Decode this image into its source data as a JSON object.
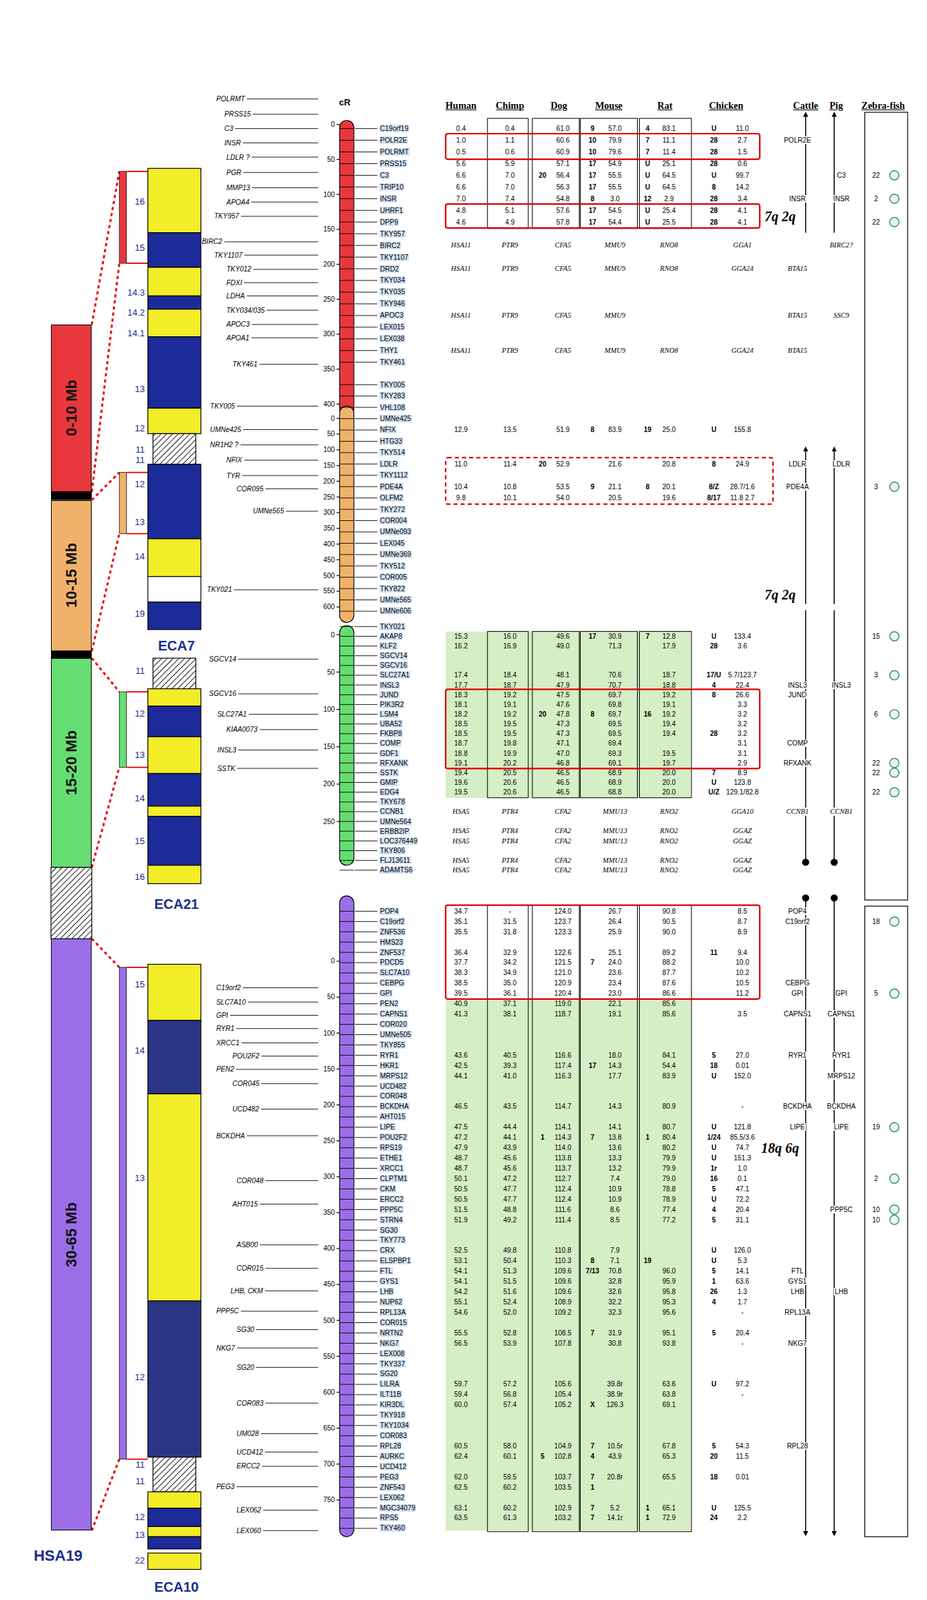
{
  "diagram": {
    "nodes": [
      {
        "text": [
          "0-10 Mb"
        ]
      },
      {
        "text": [
          "10-15 Mb"
        ]
      },
      {
        "text": [
          "15-20 Mb"
        ]
      },
      {
        "text": [
          "30-65 Mb"
        ]
      }
    ],
    "labels": [
      "Human",
      "Chimp",
      "Dog",
      "Mouse",
      "Rat",
      "Chicken",
      "Cattle",
      "Pig",
      "Zebra-fish",
      "cR",
      "HSA19",
      "ECA7",
      "ECA21",
      "ECA10",
      "16",
      "15",
      "14.3",
      "14.2",
      "14.1",
      "13",
      "12",
      "11",
      "11",
      "12",
      "13",
      "14",
      "19",
      "11",
      "12",
      "13",
      "14",
      "15",
      "16",
      "15",
      "14",
      "13",
      "12",
      "11",
      "11",
      "12",
      "13",
      "22",
      "POLRMT",
      "PRSS15",
      "C3",
      "INSR",
      "LDLR ?",
      "PGR",
      "MMP13",
      "APOA4",
      "TKY957",
      "BIRC2",
      "TKY1107",
      "TKY012",
      "FDXI",
      "LDHA",
      "TKY034/035",
      "APOC3",
      "APOA1",
      "TKY461",
      "TKY005",
      "UMNe425",
      "NR1H2 ?",
      "NFIX",
      "TYR",
      "COR095",
      "UMNe565",
      "TKY021",
      "SGCV14",
      "SGCV16",
      "SLC27A1",
      "KIAA0073",
      "INSL3",
      "SSTK",
      "C19orf2",
      "SLC7A10",
      "GPI",
      "RYR1",
      "XRCC1",
      "POU2F2",
      "PEN2",
      "COR045",
      "UCD482",
      "BCKDHA",
      "COR048",
      "AHT015",
      "ASB00",
      "COR015",
      "LHB, CKM",
      "PPP5C",
      "SG30",
      "NKG7",
      "SG20",
      "COR083",
      "UM028",
      "UCD412",
      "ERCC2",
      "PEG3",
      "LEX062",
      "LEX060",
      "0",
      "50",
      "100",
      "150",
      "200",
      "250",
      "300",
      "350",
      "400",
      "0",
      "50",
      "100",
      "150",
      "200",
      "250",
      "300",
      "350",
      "400",
      "450",
      "500",
      "550",
      "600",
      "0",
      "50",
      "100",
      "150",
      "200",
      "250",
      "0",
      "50",
      "100",
      "150",
      "200",
      "250",
      "300",
      "350",
      "400",
      "450",
      "500",
      "550",
      "600",
      "650",
      "700",
      "750",
      "C19orf19",
      "0.4",
      "0.4",
      "61.0",
      "9",
      "57.0",
      "4",
      "83.1",
      "U",
      "11.0",
      "POLR2E",
      "1.0",
      "1.1",
      "60.6",
      "10",
      "79.9",
      "7",
      "11.1",
      "28",
      "2.7",
      "POLR2E",
      "POLRMT",
      "0.5",
      "0.6",
      "60.9",
      "10",
      "79.6",
      "7",
      "11.4",
      "28",
      "1.5",
      "PRSS15",
      "5.6",
      "5.9",
      "57.1",
      "17",
      "54.9",
      "U",
      "25.1",
      "28",
      "0.6",
      "C3",
      "6.6",
      "7.0",
      "20",
      "56.4",
      "17",
      "55.5",
      "U",
      "64.5",
      "U",
      "99.7",
      "C3",
      "22",
      "TRIP10",
      "6.6",
      "7.0",
      "56.3",
      "17",
      "55.5",
      "U",
      "64.5",
      "8",
      "14.2",
      "INSR",
      "7.0",
      "7.4",
      "54.8",
      "8",
      "3.0",
      "12",
      "2.9",
      "28",
      "3.4",
      "INSR",
      "INSR",
      "2",
      "UHRF1",
      "4.8",
      "5.1",
      "57.6",
      "17",
      "54.5",
      "U",
      "25.4",
      "28",
      "4.1",
      "DPP9",
      "4.6",
      "4.9",
      "57.8",
      "17",
      "54.4",
      "U",
      "25.5",
      "28",
      "4.1",
      "22",
      "TKY957",
      "BIRC2",
      "HSA11",
      "PTR9",
      "CFA5",
      "MMU9",
      "RNO8",
      "GGA1",
      "BIRC2?",
      "TKY1107",
      "DRD2",
      "HSA11",
      "PTR9",
      "CFA5",
      "MMU9",
      "RNO8",
      "GGA24",
      "BTA15",
      "TKY034",
      "TKY035",
      "TKY946",
      "APOC3",
      "HSA11",
      "PTR9",
      "CFA5",
      "MMU9",
      "BTA15",
      "SSC9",
      "LEX015",
      "LEX038",
      "THY1",
      "HSA11",
      "PTR9",
      "CFA5",
      "MMU9",
      "RNO8",
      "GGA24",
      "BTA15",
      "TKY461",
      "TKY005",
      "TKY283",
      "VHL108",
      "UMNe425",
      "NFIX",
      "12.9",
      "13.5",
      "51.9",
      "8",
      "83.9",
      "19",
      "25.0",
      "U",
      "155.8",
      "HTG33",
      "TKY514",
      "LDLR",
      "11.0",
      "11.4",
      "20",
      "52.9",
      "21.6",
      "20.8",
      "8",
      "24.9",
      "LDLR",
      "LDLR",
      "TKY1112",
      "PDE4A",
      "10.4",
      "10.8",
      "53.5",
      "9",
      "21.1",
      "8",
      "20.1",
      "8/Z",
      "28.7/1.6",
      "PDE4A",
      "3",
      "OLFM2",
      "9.8",
      "10.1",
      "54.0",
      "20.5",
      "19.6",
      "8/17",
      "11.8 2.7",
      "TKY272",
      "COR004",
      "UMNe093",
      "LEX045",
      "UMNe369",
      "TKY512",
      "COR005",
      "TKY822",
      "UMNe565",
      "UMNe606",
      "TKY021",
      "AKAP8",
      "15.3",
      "16.0",
      "49.6",
      "17",
      "30.9",
      "7",
      "12.8",
      "U",
      "133.4",
      "15",
      "KLF2",
      "16.2",
      "16.9",
      "49.0",
      "71.3",
      "17.9",
      "28",
      "3.6",
      "SGCV14",
      "SGCV16",
      "SLC27A1",
      "17.4",
      "18.4",
      "48.1",
      "70.6",
      "18.7",
      "17/U",
      "5.7/123.7",
      "3",
      "INSL3",
      "17.7",
      "18.7",
      "47.9",
      "70.7",
      "18.8",
      "4",
      "22.4",
      "INSL3",
      "INSL3",
      "JUND",
      "18.3",
      "19.2",
      "47.5",
      "69.7",
      "19.2",
      "8",
      "26.6",
      "JUND",
      "PIK3R2",
      "18.1",
      "19.1",
      "47.6",
      "69.8",
      "19.1",
      "3.3",
      "LSM4",
      "18.2",
      "19.2",
      "20",
      "47.8",
      "8",
      "69.7",
      "16",
      "19.2",
      "3.2",
      "6",
      "UBA52",
      "18.5",
      "19.5",
      "47.3",
      "69.5",
      "19.4",
      "3.2",
      "FKBP8",
      "18.5",
      "19.5",
      "47.3",
      "69.5",
      "19.4",
      "28",
      "3.2",
      "COMP",
      "18.7",
      "19.8",
      "47.1",
      "69.4",
      "3.1",
      "COMP",
      "GDF1",
      "18.8",
      "19.9",
      "47.0",
      "69.3",
      "19.5",
      "3.1",
      "RFXANK",
      "19.1",
      "20.2",
      "46.8",
      "69.1",
      "19.7",
      "2.9",
      "RFXANK",
      "22",
      "SSTK",
      "19.4",
      "20.5",
      "46.5",
      "68.9",
      "20.0",
      "7",
      "8.9",
      "22",
      "GMIP",
      "19.6",
      "20.6",
      "46.5",
      "68.9",
      "20.0",
      "U",
      "123.8",
      "EDG4",
      "19.5",
      "20.6",
      "46.5",
      "68.8",
      "20.0",
      "U/Z",
      "129.1/82.8",
      "22",
      "TKY678",
      "CCNB1",
      "HSA5",
      "PTR4",
      "CFA2",
      "MMU13",
      "RNO2",
      "GGA10",
      "CCNB1",
      "CCNB1",
      "UMNe564",
      "ERBB2IP",
      "HSA5",
      "PTR4",
      "CFA2",
      "MMU13",
      "RNO2",
      "GGAZ",
      "LOC376449",
      "HSA5",
      "PTR4",
      "CFA2",
      "MMU13",
      "RNO2",
      "GGAZ",
      "TKY806",
      "FLJ13611",
      "HSA5",
      "PTR4",
      "CFA2",
      "MMU13",
      "RNO2",
      "GGAZ",
      "ADAMTS6",
      "HSA5",
      "PTR4",
      "CFA2",
      "MMU13",
      "RNO2",
      "GGAZ",
      "POP4",
      "34.7",
      "-",
      "124.0",
      "26.7",
      "90.8",
      "8.5",
      "POP4",
      "C19orf2",
      "35.1",
      "31.5",
      "123.7",
      "26.4",
      "90.5",
      "8.7",
      "C19orf2",
      "18",
      "ZNF536",
      "35.5",
      "31.8",
      "123.3",
      "25.9",
      "90.0",
      "8.9",
      "HMS23",
      "ZNF537",
      "36.4",
      "32.9",
      "122.6",
      "25.1",
      "89.2",
      "11",
      "9.4",
      "PDCD5",
      "37.7",
      "34.2",
      "121.5",
      "7",
      "24.0",
      "88.2",
      "10.0",
      "SLC7A10",
      "38.3",
      "34.9",
      "121.0",
      "23.6",
      "87.7",
      "10.2",
      "CEBPG",
      "38.5",
      "35.0",
      "120.9",
      "23.4",
      "87.6",
      "10.5",
      "CEBPG",
      "GPI",
      "39.5",
      "36.1",
      "120.4",
      "23.0",
      "86.6",
      "11.2",
      "GPI",
      "GPI",
      "5",
      "PEN2",
      "40.9",
      "37.1",
      "119.0",
      "22.1",
      "85.6",
      "CAPNS1",
      "41.3",
      "38.1",
      "118.7",
      "19.1",
      "85.6",
      "3.5",
      "CAPNS1",
      "CAPNS1",
      "COR020",
      "UMNe505",
      "TKY855",
      "RYR1",
      "43.6",
      "40.5",
      "116.6",
      "18.0",
      "84.1",
      "5",
      "27.0",
      "RYR1",
      "RYR1",
      "HKR1",
      "42.5",
      "39.3",
      "117.4",
      "17",
      "14.3",
      "54.4",
      "18",
      "0.01",
      "MRPS12",
      "44.1",
      "41.0",
      "116.3",
      "17.7",
      "83.9",
      "U",
      "152.0",
      "MRPS12",
      "UCD482",
      "COR048",
      "BCKDHA",
      "46.5",
      "43.5",
      "114.7",
      "14.3",
      "80.9",
      "-",
      "BCKDHA",
      "BCKDHA",
      "AHT015",
      "LIPE",
      "47.5",
      "44.4",
      "114.1",
      "14.1",
      "80.7",
      "U",
      "121.8",
      "LIPE",
      "LIPE",
      "19",
      "POU2F2",
      "47.2",
      "44.1",
      "1",
      "114.3",
      "7",
      "13.8",
      "1",
      "80.4",
      "1/24",
      "85.5/3.6",
      "RPS19",
      "47.9",
      "43.9",
      "114.0",
      "13.6",
      "80.2",
      "U",
      "74.7",
      "ETHE1",
      "48.7",
      "45.6",
      "113.8",
      "13.3",
      "79.9",
      "U",
      "151.3",
      "XRCC1",
      "48.7",
      "45.6",
      "113.7",
      "13.2",
      "79.9",
      "1r",
      "1.0",
      "CLPTM1",
      "50.1",
      "47.2",
      "112.7",
      "7.4",
      "79.0",
      "16",
      "0.1",
      "2",
      "CKM",
      "50.5",
      "47.7",
      "112.4",
      "10.9",
      "78.8",
      "5",
      "47.1",
      "ERCC2",
      "50.5",
      "47.7",
      "112.4",
      "10.9",
      "78.9",
      "U",
      "72.2",
      "PPP5C",
      "51.5",
      "48.8",
      "111.6",
      "8.6",
      "77.4",
      "4",
      "20.4",
      "PPP5C",
      "10",
      "STRN4",
      "51.9",
      "49.2",
      "111.4",
      "8.5",
      "77.2",
      "5",
      "31.1",
      "10",
      "SG30",
      "TKY773",
      "CRX",
      "52.5",
      "49.8",
      "110.8",
      "7.9",
      "U",
      "126.0",
      "ELSPBP1",
      "53.1",
      "50.4",
      "110.3",
      "8",
      "7.1",
      "19",
      "U",
      "5.3",
      "FTL",
      "54.1",
      "51.3",
      "109.6",
      "7/13",
      "70.8",
      "96.0",
      "5",
      "14.1",
      "FTL",
      "GYS1",
      "54.1",
      "51.5",
      "109.6",
      "32.8",
      "95.9",
      "1",
      "63.6",
      "GYS1",
      "LHB",
      "54.2",
      "51.6",
      "109.6",
      "32.6",
      "95.8",
      "26",
      "1.3",
      "LHB",
      "LHB",
      "NUP62",
      "55.1",
      "52.4",
      "108.9",
      "32.2",
      "95.3",
      "4",
      "1.7",
      "RPL13A",
      "54.6",
      "52.0",
      "109.2",
      "32.3",
      "95.6",
      "-",
      "RPL13A",
      "COR015",
      "NRTN2",
      "55.5",
      "52.8",
      "108.5",
      "7",
      "31.9",
      "95.1",
      "5",
      "20.4",
      "NKG7",
      "56.5",
      "53.9",
      "107.8",
      "30.8",
      "93.8",
      "-",
      "NKG7",
      "LEX008",
      "TKY337",
      "SG20",
      "LILRA",
      "59.7",
      "57.2",
      "105.6",
      "39.8r",
      "63.6",
      "U",
      "97.2",
      "ILT11B",
      "59.4",
      "56.8",
      "105.4",
      "38.9r",
      "63.8",
      "-",
      "KIR3DL",
      "60.0",
      "57.4",
      "105.2",
      "X",
      "126.3",
      "69.1",
      "TKY918",
      "TKY1034",
      "COR083",
      "RPL28",
      "60.5",
      "58.0",
      "104.9",
      "7",
      "10.5r",
      "67.8",
      "5",
      "54.3",
      "RPL28",
      "AURKC",
      "62.4",
      "60.1",
      "5",
      "102.8",
      "4",
      "43.9",
      "65.3",
      "20",
      "11.5",
      "UCD412",
      "PEG3",
      "62.0",
      "59.5",
      "103.7",
      "7",
      "20.8r",
      "65.5",
      "18",
      "0.01",
      "ZNF543",
      "62.5",
      "60.2",
      "103.5",
      "1",
      "LEX062",
      "MGC34079",
      "63.1",
      "60.2",
      "102.9",
      "7",
      "5.2",
      "1",
      "65.1",
      "U",
      "125.5",
      "RPS5",
      "63.5",
      "61.3",
      "103.2",
      "7",
      "14.1r",
      "1",
      "72.9",
      "24",
      "2.2",
      "TKY460",
      "7q 2q",
      "7q 2q",
      "18q 6q"
    ]
  }
}
